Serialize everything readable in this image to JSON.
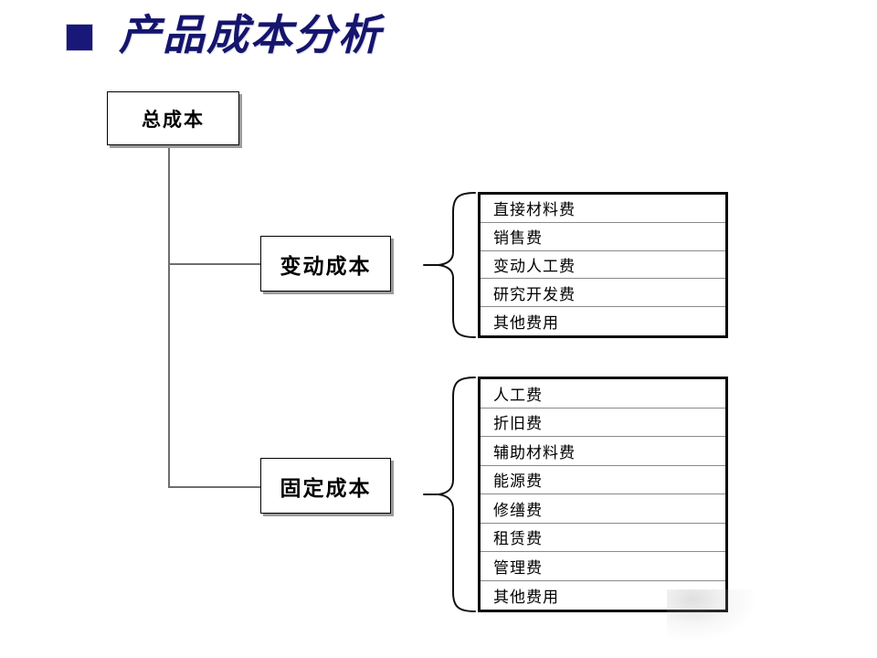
{
  "slide": {
    "title": "产品成本分析",
    "bullet_icon": "square-bullet-icon",
    "title_color": "#15156e",
    "bullet_color": "#181878",
    "background": "#ffffff"
  },
  "diagram": {
    "type": "tree",
    "root": {
      "label": "总成本"
    },
    "branches": [
      {
        "label": "变动成本",
        "brace_icon": "left-curly-brace-icon",
        "items": [
          "直接材料费",
          "销售费",
          "变动人工费",
          "研究开发费",
          "其他费用"
        ]
      },
      {
        "label": "固定成本",
        "brace_icon": "left-curly-brace-icon",
        "items": [
          "人工费",
          "折旧费",
          "辅助材料费",
          "能源费",
          "修缮费",
          "租赁费",
          "管理费",
          "其他费用"
        ]
      }
    ],
    "line_color": "#6e6e6e",
    "box_border_color": "#000000",
    "box_shadow_color": "#9b9b9b",
    "table_border_color": "#0c0c0c",
    "row_divider_color": "#8a8a8a"
  }
}
